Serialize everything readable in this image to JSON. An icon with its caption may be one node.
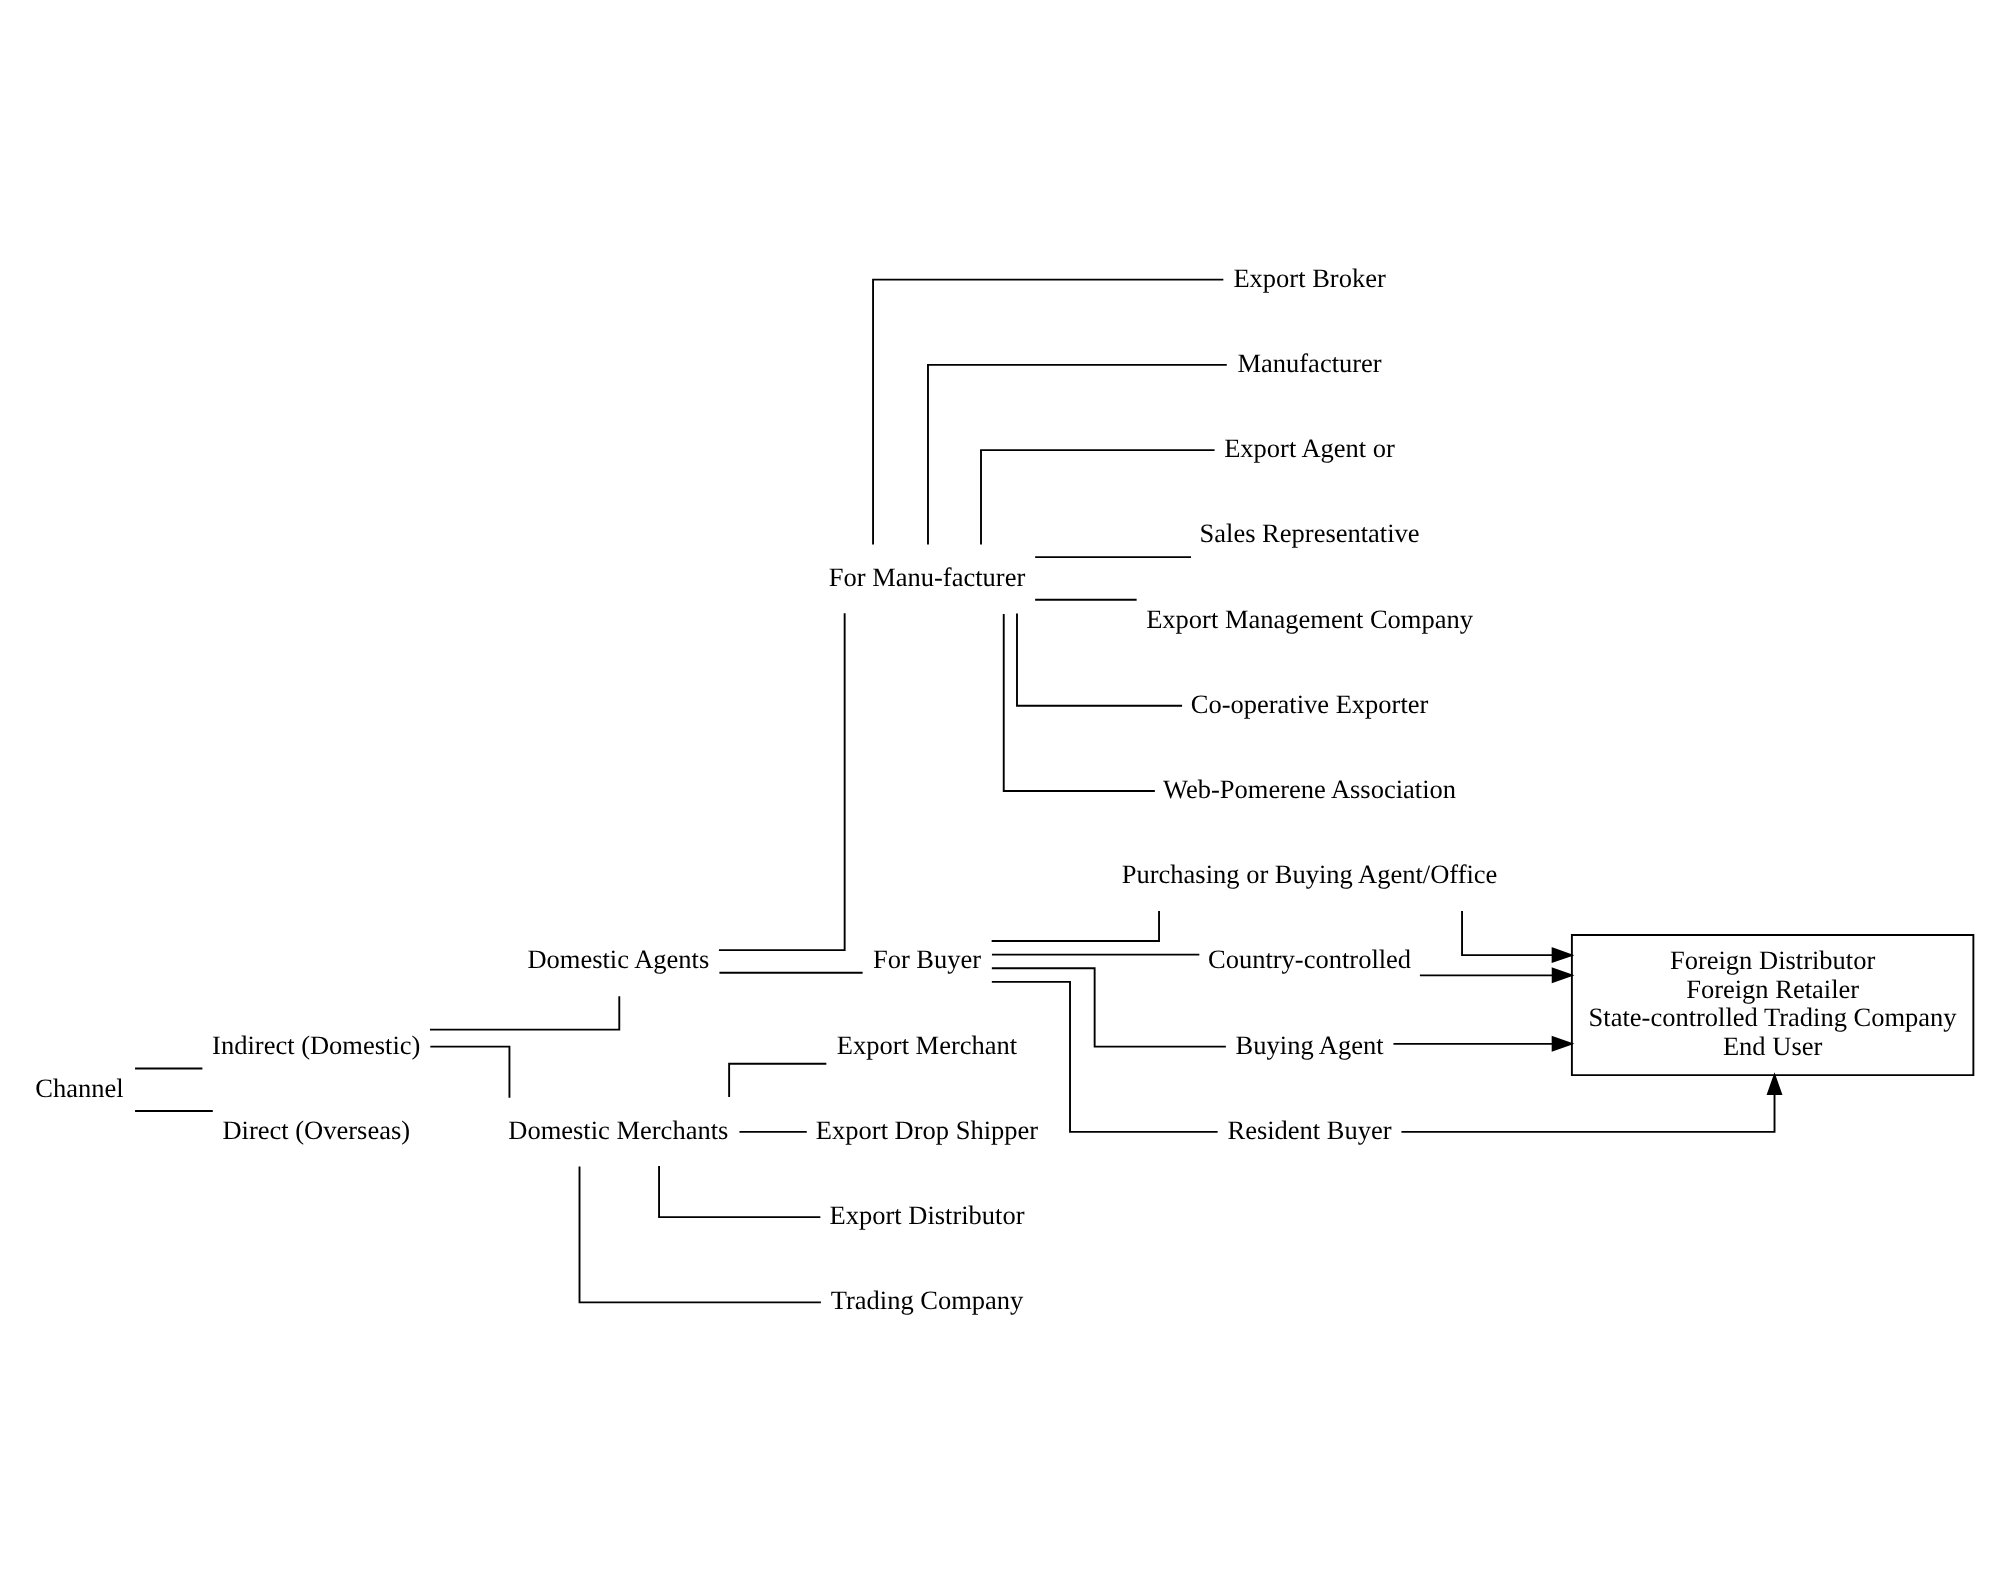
{
  "diagram": {
    "nodes": [
      {
        "text": [
          "Channel"
        ]
      },
      {
        "text": [
          "Indirect (Domestic)"
        ]
      },
      {
        "text": [
          "Direct (Overseas)"
        ]
      },
      {
        "text": [
          "Domestic Agents"
        ]
      },
      {
        "text": [
          "Domestic Merchants"
        ]
      },
      {
        "text": [
          "For Manu-facturer"
        ]
      },
      {
        "text": [
          "For Buyer"
        ]
      },
      {
        "text": [
          "Export Broker"
        ]
      },
      {
        "text": [
          "Manufacturer"
        ]
      },
      {
        "text": [
          "Export Agent or"
        ]
      },
      {
        "text": [
          "Sales Representative"
        ]
      },
      {
        "text": [
          "Export Management Company"
        ]
      },
      {
        "text": [
          "Co-operative Exporter"
        ]
      },
      {
        "text": [
          "Web-Pomerene Association"
        ]
      },
      {
        "text": [
          "Purchasing or Buying Agent/Office"
        ]
      },
      {
        "text": [
          "Country-controlled"
        ]
      },
      {
        "text": [
          "Buying Agent"
        ]
      },
      {
        "text": [
          "Resident Buyer"
        ]
      },
      {
        "text": [
          "Foreign Distributor",
          "Foreign Retailer",
          "State-controlled Trading Company",
          "End User"
        ]
      },
      {
        "text": [
          "Export Merchant"
        ]
      },
      {
        "text": [
          "Export Drop Shipper"
        ]
      },
      {
        "text": [
          "Export Distributor"
        ]
      },
      {
        "text": [
          "Trading Company"
        ]
      }
    ],
    "edges": [
      {
        "from": 0,
        "to": 1,
        "arrow": "none"
      },
      {
        "from": 0,
        "to": 2,
        "arrow": "none"
      },
      {
        "from": 1,
        "to": 3,
        "arrow": "none"
      },
      {
        "from": 1,
        "to": 4,
        "arrow": "none"
      },
      {
        "from": 3,
        "to": 5,
        "arrow": "none"
      },
      {
        "from": 3,
        "to": 6,
        "arrow": "none"
      },
      {
        "from": 5,
        "to": 7,
        "arrow": "none"
      },
      {
        "from": 5,
        "to": 8,
        "arrow": "none"
      },
      {
        "from": 5,
        "to": 9,
        "arrow": "none"
      },
      {
        "from": 5,
        "to": 10,
        "arrow": "none"
      },
      {
        "from": 5,
        "to": 11,
        "arrow": "none"
      },
      {
        "from": 5,
        "to": 12,
        "arrow": "none"
      },
      {
        "from": 5,
        "to": 13,
        "arrow": "none"
      },
      {
        "from": 6,
        "to": 14,
        "arrow": "none"
      },
      {
        "from": 6,
        "to": 15,
        "arrow": "none"
      },
      {
        "from": 6,
        "to": 16,
        "arrow": "none"
      },
      {
        "from": 6,
        "to": 17,
        "arrow": "none"
      },
      {
        "from": 14,
        "to": 18,
        "arrow": "to"
      },
      {
        "from": 15,
        "to": 18,
        "arrow": "to"
      },
      {
        "from": 16,
        "to": 18,
        "arrow": "to"
      },
      {
        "from": 17,
        "to": 18,
        "arrow": "to"
      },
      {
        "from": 4,
        "to": 19,
        "arrow": "none"
      },
      {
        "from": 4,
        "to": 20,
        "arrow": "none"
      },
      {
        "from": 4,
        "to": 21,
        "arrow": "none"
      },
      {
        "from": 4,
        "to": 22,
        "arrow": "none"
      }
    ]
  }
}
